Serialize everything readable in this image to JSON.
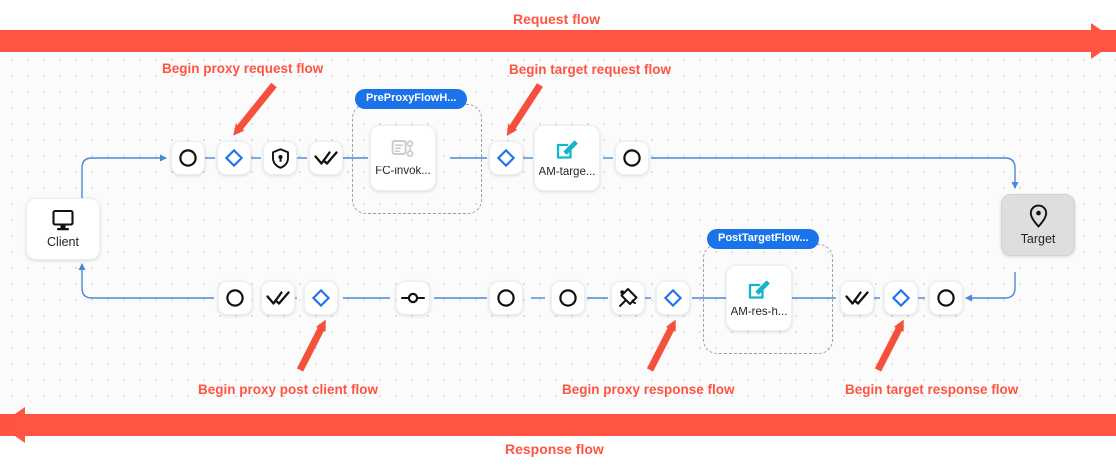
{
  "banners": {
    "request": {
      "label": "Request flow",
      "direction": "right",
      "color": "#ff5441"
    },
    "response": {
      "label": "Response flow",
      "direction": "left",
      "color": "#ff5441"
    }
  },
  "endpoints": {
    "client": {
      "label": "Client",
      "icon": "monitor-icon"
    },
    "target": {
      "label": "Target",
      "icon": "location-pin-icon"
    }
  },
  "annotations": [
    {
      "id": "begin-proxy-request-flow",
      "text": "Begin proxy request flow"
    },
    {
      "id": "begin-target-request-flow",
      "text": "Begin target request flow"
    },
    {
      "id": "begin-proxy-post-client-flow",
      "text": "Begin proxy post client flow"
    },
    {
      "id": "begin-proxy-response-flow",
      "text": "Begin proxy response flow"
    },
    {
      "id": "begin-target-response-flow",
      "text": "Begin target response flow"
    }
  ],
  "flow_groups": [
    {
      "id": "preproxy",
      "badge": "PreProxyFlowH..."
    },
    {
      "id": "posttarget",
      "badge": "PostTargetFlow..."
    }
  ],
  "request_row": [
    {
      "id": "req-endpoint",
      "icon": "circle-icon",
      "icon_color": "#111111"
    },
    {
      "id": "req-flow-start",
      "icon": "diamond-icon",
      "icon_color": "#1a73e8"
    },
    {
      "id": "req-security",
      "icon": "shield-lock-icon",
      "icon_color": "#111111"
    },
    {
      "id": "req-verify",
      "icon": "double-check-icon",
      "icon_color": "#111111"
    },
    {
      "id": "fc-invoke",
      "icon": "flow-script-icon",
      "icon_color": "#c9ccd1",
      "label": "FC-invok..."
    },
    {
      "id": "tgt-flow-start",
      "icon": "diamond-icon",
      "icon_color": "#1a73e8"
    },
    {
      "id": "am-target",
      "icon": "edit-pencil-icon",
      "icon_color": "#12b5cb",
      "label": "AM-targe..."
    },
    {
      "id": "req-target-out",
      "icon": "circle-icon",
      "icon_color": "#111111"
    }
  ],
  "response_row": [
    {
      "id": "res-client-out",
      "icon": "circle-icon",
      "icon_color": "#111111"
    },
    {
      "id": "res-verify",
      "icon": "double-check-icon",
      "icon_color": "#111111"
    },
    {
      "id": "res-postclient",
      "icon": "diamond-icon",
      "icon_color": "#1a73e8"
    },
    {
      "id": "res-node",
      "icon": "connector-icon",
      "icon_color": "#111111"
    },
    {
      "id": "res-circle-a",
      "icon": "circle-icon",
      "icon_color": "#111111"
    },
    {
      "id": "res-circle-b",
      "icon": "circle-icon",
      "icon_color": "#111111"
    },
    {
      "id": "res-signal",
      "icon": "satellite-icon",
      "icon_color": "#111111"
    },
    {
      "id": "res-proxy-start",
      "icon": "diamond-icon",
      "icon_color": "#1a73e8"
    },
    {
      "id": "am-res-h",
      "icon": "edit-pencil-icon",
      "icon_color": "#12b5cb",
      "label": "AM-res-h..."
    },
    {
      "id": "res-tgt-verify",
      "icon": "double-check-icon",
      "icon_color": "#111111"
    },
    {
      "id": "res-tgt-start",
      "icon": "diamond-icon",
      "icon_color": "#1a73e8"
    },
    {
      "id": "res-tgt-in",
      "icon": "circle-icon",
      "icon_color": "#111111"
    }
  ],
  "colors": {
    "accent_blue": "#1a73e8",
    "wire_blue": "#4a87d8",
    "annotation_red": "#ff5441",
    "teal": "#12b5cb"
  }
}
